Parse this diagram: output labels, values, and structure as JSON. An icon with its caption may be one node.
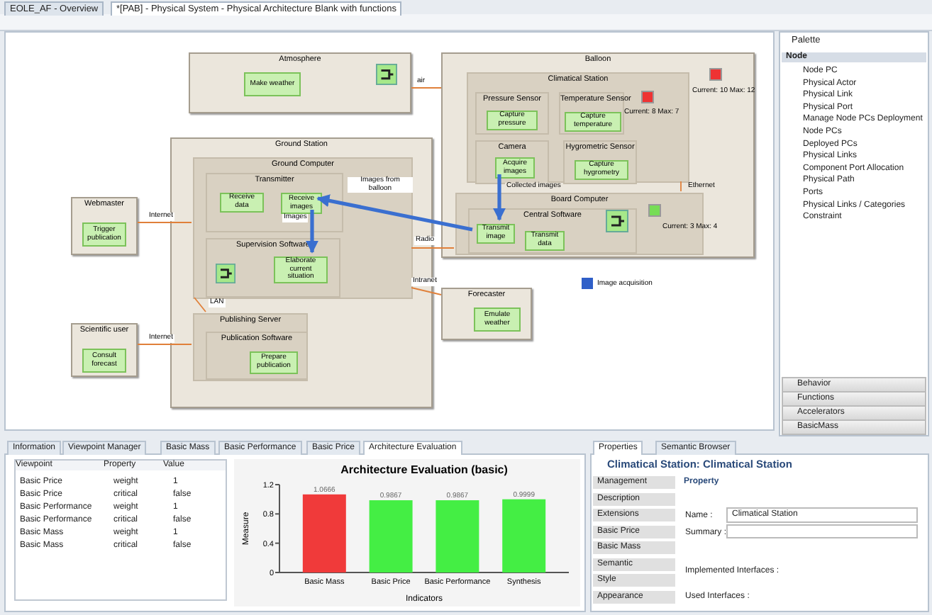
{
  "diagram": {
    "nodes": [
      {
        "text": [
          "Atmosphere"
        ]
      },
      {
        "text": [
          "Make weather"
        ],
        "in": 0
      },
      {
        "text": [
          "Balloon"
        ]
      },
      {
        "text": [
          "Climatical Station"
        ],
        "in": 2,
        "beside": [
          "Current: 10 Max: 12"
        ]
      },
      {
        "text": [
          "Pressure Sensor"
        ],
        "in": 3
      },
      {
        "text": [
          "Capture pressure"
        ],
        "in": 4
      },
      {
        "text": [
          "Temperature Sensor"
        ],
        "in": 3,
        "beside": [
          "Current: 8 Max: 7"
        ]
      },
      {
        "text": [
          "Capture temperature"
        ],
        "in": 6
      },
      {
        "text": [
          "Camera"
        ],
        "in": 3
      },
      {
        "text": [
          "Acquire images"
        ],
        "in": 8
      },
      {
        "text": [
          "Hygrometric Sensor"
        ],
        "in": 3
      },
      {
        "text": [
          "Capture hygrometry"
        ],
        "in": 10
      },
      {
        "text": [
          "Board Computer"
        ],
        "in": 2,
        "beside": [
          "Current: 3 Max: 4"
        ]
      },
      {
        "text": [
          "Central Software"
        ],
        "in": 12
      },
      {
        "text": [
          "Transmit image"
        ],
        "in": 13
      },
      {
        "text": [
          "Transmit data"
        ],
        "in": 13
      },
      {
        "text": [
          "Ground Station"
        ]
      },
      {
        "text": [
          "Ground Computer"
        ],
        "in": 16
      },
      {
        "text": [
          "Transmitter"
        ],
        "in": 17
      },
      {
        "text": [
          "Receive data"
        ],
        "in": 18
      },
      {
        "text": [
          "Receive images"
        ],
        "in": 18
      },
      {
        "text": [
          "Supervision Software"
        ],
        "in": 17
      },
      {
        "text": [
          "Elaborate current situation"
        ],
        "in": 21
      },
      {
        "text": [
          "Publishing Server"
        ],
        "in": 16
      },
      {
        "text": [
          "Publication Software"
        ],
        "in": 23
      },
      {
        "text": [
          "Prepare publication"
        ],
        "in": 24
      },
      {
        "text": [
          "Webmaster"
        ]
      },
      {
        "text": [
          "Trigger publication"
        ],
        "in": 26
      },
      {
        "text": [
          "Scientific user"
        ]
      },
      {
        "text": [
          "Consult forecast"
        ],
        "in": 28
      },
      {
        "text": [
          "Forecaster"
        ]
      },
      {
        "text": [
          "Emulate weather"
        ],
        "in": 30
      }
    ],
    "edges": [
      {
        "from": 0,
        "to": 2,
        "arrow": "none",
        "label": "air"
      },
      {
        "from": 26,
        "to": 17,
        "arrow": "none",
        "label": "Internet"
      },
      {
        "from": 17,
        "to": 23,
        "arrow": "none",
        "label": "LAN"
      },
      {
        "from": 28,
        "to": 23,
        "arrow": "none",
        "label": "Internet"
      },
      {
        "from": 17,
        "to": 12,
        "arrow": "none",
        "label": "Radio"
      },
      {
        "from": 17,
        "to": 30,
        "arrow": "none",
        "label": "Intranet"
      },
      {
        "from": 3,
        "to": 12,
        "arrow": "none",
        "label": "Ethernet"
      },
      {
        "from": 9,
        "to": 14,
        "arrow": "to",
        "label": "Collected images",
        "style": "thick",
        "color": "#3a6fd0"
      },
      {
        "from": 14,
        "to": 20,
        "arrow": "to",
        "label": "Images from balloon",
        "style": "thick",
        "color": "#3a6fd0"
      },
      {
        "from": 20,
        "to": 22,
        "arrow": "to",
        "label": "Images",
        "style": "thick",
        "color": "#3a6fd0"
      }
    ],
    "labels": [
      "EOLE_AF - Overview",
      "*[PAB] - Physical System - Physical Architecture Blank with functions",
      "Palette",
      "Node",
      "Node PC",
      "Physical Actor",
      "Physical Link",
      "Physical Port",
      "Manage Node PCs Deployment",
      "Node PCs",
      "Deployed PCs",
      "Physical Links",
      "Component Port Allocation",
      "Physical Path",
      "Ports",
      "Physical Links / Categories",
      "Constraint",
      "Behavior",
      "Functions",
      "Accelerators",
      "BasicMass",
      "Information",
      "Viewpoint Manager",
      "Basic Mass",
      "Basic Performance",
      "Basic Price",
      "Architecture Evaluation",
      "Properties",
      "Semantic Browser",
      "Viewpoint",
      "Property",
      "Value",
      "Basic Price",
      "weight",
      "1",
      "Basic Price",
      "critical",
      "false",
      "Basic Performance",
      "weight",
      "1",
      "Basic Performance",
      "critical",
      "false",
      "Basic Mass",
      "weight",
      "1",
      "Basic Mass",
      "critical",
      "false",
      "Climatical Station: Climatical Station",
      "Management",
      "Description",
      "Extensions",
      "Basic Price",
      "Basic Mass",
      "Semantic",
      "Style",
      "Appearance",
      "Property",
      "Name :",
      "Climatical Station",
      "Summary :",
      "Implemented Interfaces :",
      "Used Interfaces :"
    ],
    "legend": [
      {
        "text": "Image acquisition",
        "color": "#2f5fc8"
      }
    ],
    "chart_data": {
      "type": "bar",
      "title": "Architecture Evaluation (basic)",
      "xlabel": "Indicators",
      "ylabel": "Measure",
      "categories": [
        "Basic Mass",
        "Basic Price",
        "Basic Performance",
        "Synthesis"
      ],
      "series": [
        {
          "color": "#f03a3a",
          "values": [
            1.0666,
            null,
            null,
            null
          ]
        },
        {
          "color": "#44ee44",
          "values": [
            null,
            0.9867,
            0.9867,
            0.9999
          ]
        }
      ],
      "stacked": true,
      "ylim": [
        0,
        1.2
      ],
      "yticks": [
        0,
        0.4,
        0.8,
        1.2
      ],
      "data_labels": true
    }
  }
}
